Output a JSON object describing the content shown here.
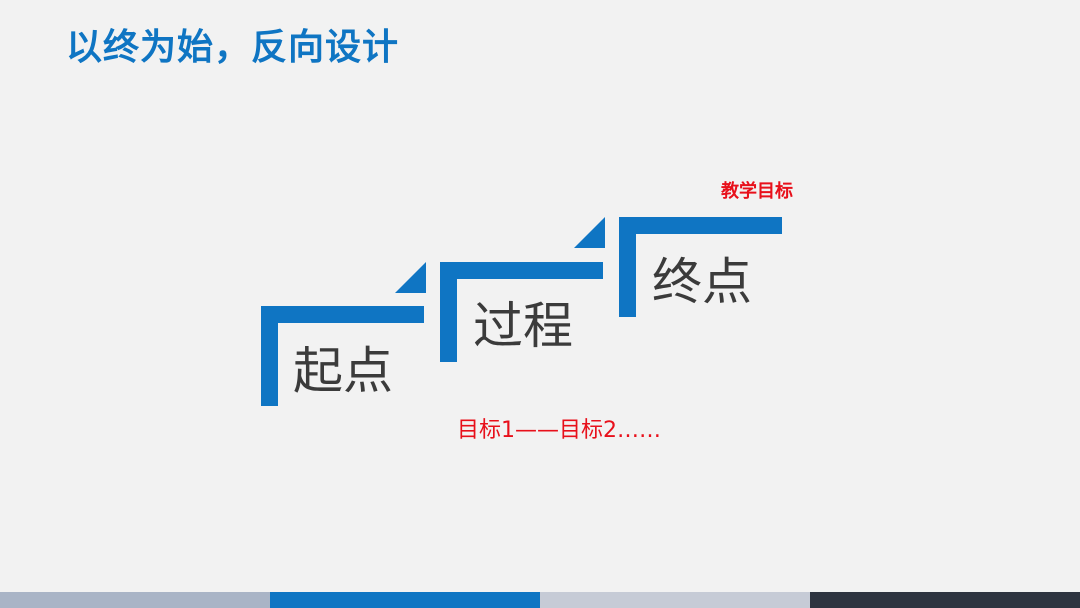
{
  "slide": {
    "title": "以终为始，反向设计",
    "steps": [
      {
        "label": "起点"
      },
      {
        "label": "过程"
      },
      {
        "label": "终点"
      }
    ],
    "top_note": "教学目标",
    "bottom_note": "目标1——目标2……"
  },
  "colors": {
    "accent": "#0f75c3",
    "note": "#e8101b",
    "text": "#3b3b3b",
    "background": "#f2f2f2",
    "footer": [
      "#a9b4c6",
      "#0f75c3",
      "#c6cbd6",
      "#2e3440"
    ]
  }
}
